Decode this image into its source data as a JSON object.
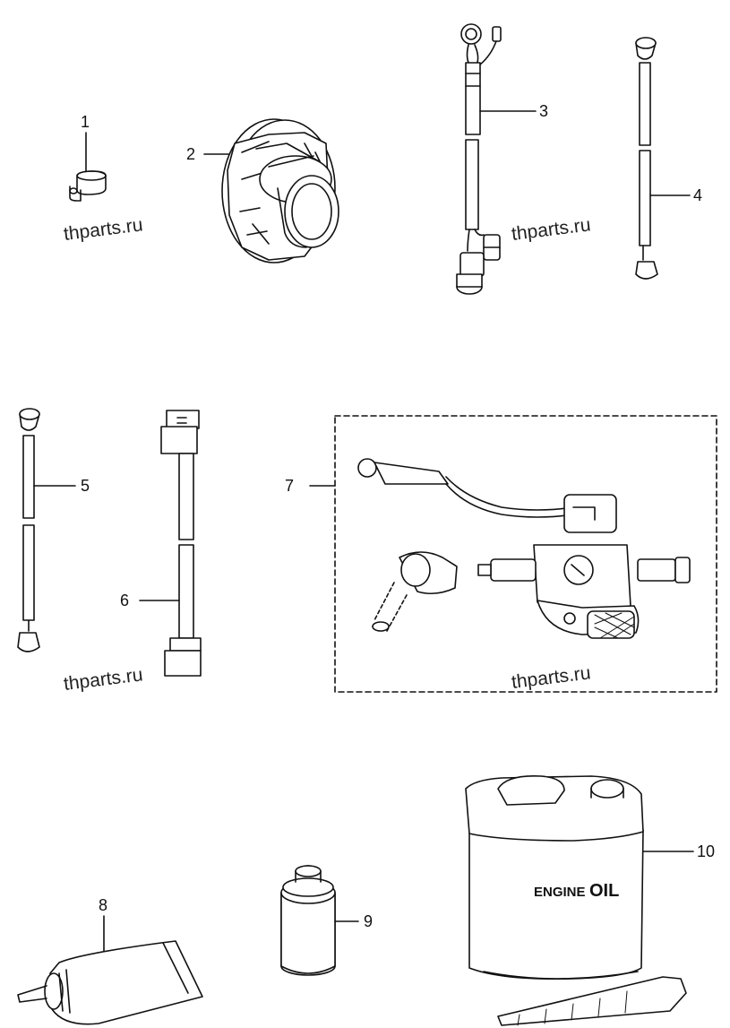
{
  "callouts": {
    "p1": "1",
    "p2": "2",
    "p3": "3",
    "p4": "4",
    "p5": "5",
    "p6": "6",
    "p7": "7",
    "p8": "8",
    "p9": "9",
    "p10": "10"
  },
  "watermarks": [
    "thparts.ru",
    "thparts.ru",
    "thparts.ru",
    "thparts.ru"
  ],
  "oil_can": {
    "label_word": "ENGINE",
    "label_logo": "OIL"
  },
  "colors": {
    "line": "#111111",
    "background": "#ffffff"
  }
}
